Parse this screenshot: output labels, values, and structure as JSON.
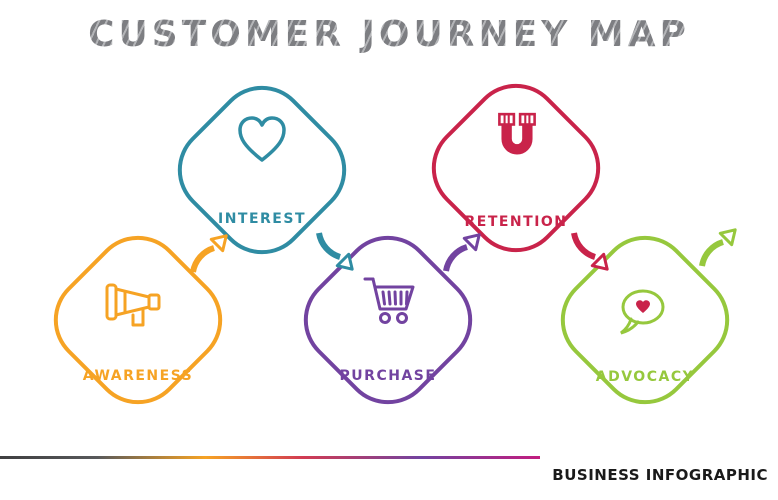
{
  "title": "CUSTOMER JOURNEY MAP",
  "stages": [
    {
      "label": "AWARENESS",
      "color": "#F6A324",
      "icon": "megaphone-icon"
    },
    {
      "label": "INTEREST",
      "color": "#2F8CA3",
      "icon": "heart-icon"
    },
    {
      "label": "PURCHASE",
      "color": "#7243A0",
      "icon": "shopping-cart-icon"
    },
    {
      "label": "RETENTION",
      "color": "#C9234A",
      "icon": "magnet-icon"
    },
    {
      "label": "ADVOCACY",
      "color": "#96C83D",
      "icon": "speech-bubble-heart-icon"
    }
  ],
  "flow_arrows": [
    {
      "between": "awareness-interest",
      "direction": "up",
      "color": "#F6A324"
    },
    {
      "between": "interest-purchase",
      "direction": "down",
      "color": "#2F8CA3"
    },
    {
      "between": "purchase-retention",
      "direction": "up",
      "color": "#7243A0"
    },
    {
      "between": "retention-advocacy",
      "direction": "down",
      "color": "#C9234A"
    },
    {
      "between": "advocacy-end",
      "direction": "up",
      "color": "#96C83D"
    }
  ],
  "colors": {
    "title_text": "#808184",
    "footer_text": "#1A1A1A",
    "bubble_heart": "#C9234A"
  },
  "footer": {
    "label": "BUSINESS INFOGRAPHIC"
  }
}
